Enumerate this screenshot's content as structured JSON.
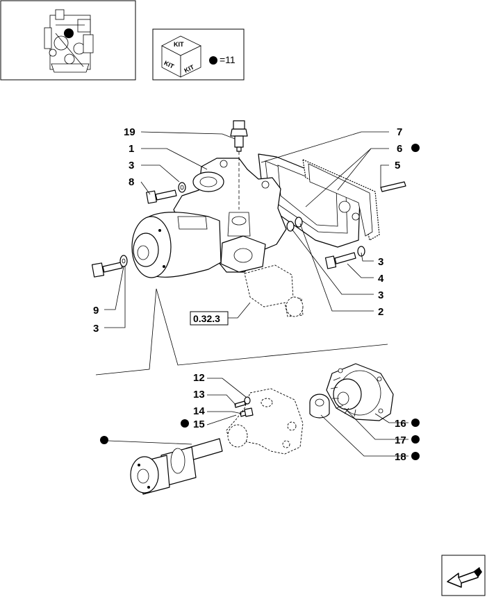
{
  "thumbnail": {
    "icon": "engine-location-icon"
  },
  "kit_legend": {
    "kit_words": [
      "KIT",
      "KIT",
      "KIT"
    ],
    "equals_text": "=11"
  },
  "callouts_left": [
    {
      "id": "c19",
      "label": "19"
    },
    {
      "id": "c1",
      "label": "1"
    },
    {
      "id": "c3a",
      "label": "3"
    },
    {
      "id": "c8",
      "label": "8"
    },
    {
      "id": "c9",
      "label": "9"
    },
    {
      "id": "c3b",
      "label": "3"
    }
  ],
  "callouts_right": [
    {
      "id": "c7",
      "label": "7",
      "kit": false
    },
    {
      "id": "c6",
      "label": "6",
      "kit": true
    },
    {
      "id": "c5",
      "label": "5",
      "kit": false
    },
    {
      "id": "c3c",
      "label": "3",
      "kit": false
    },
    {
      "id": "c4",
      "label": "4",
      "kit": false
    },
    {
      "id": "c3d",
      "label": "3",
      "kit": false
    },
    {
      "id": "c2",
      "label": "2",
      "kit": false
    }
  ],
  "reference": {
    "label": "0.32.3"
  },
  "lower_callouts_left": [
    {
      "id": "c12",
      "label": "12",
      "kit": false
    },
    {
      "id": "c13",
      "label": "13",
      "kit": false
    },
    {
      "id": "c14",
      "label": "14",
      "kit": false
    },
    {
      "id": "c15",
      "label": "15",
      "kit": true
    }
  ],
  "lower_callouts_right": [
    {
      "id": "c16",
      "label": "16",
      "kit": true
    },
    {
      "id": "c17",
      "label": "17",
      "kit": true
    },
    {
      "id": "c18",
      "label": "18",
      "kit": true
    }
  ],
  "nav": {
    "icon": "next-page-arrow-icon"
  }
}
